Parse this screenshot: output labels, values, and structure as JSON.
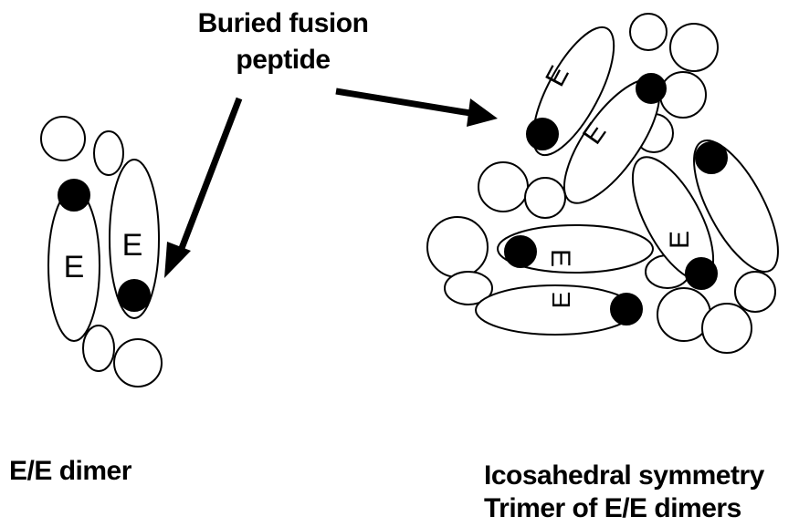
{
  "annotation": {
    "line1": "Buried fusion",
    "line2": "peptide"
  },
  "left_caption": "E/E dimer",
  "right_caption": {
    "line1": "Icosahedral symmetry",
    "line2": "Trimer of E/E dimers"
  },
  "protein_label": "E",
  "colors": {
    "ink": "#000000",
    "background": "#ffffff"
  }
}
